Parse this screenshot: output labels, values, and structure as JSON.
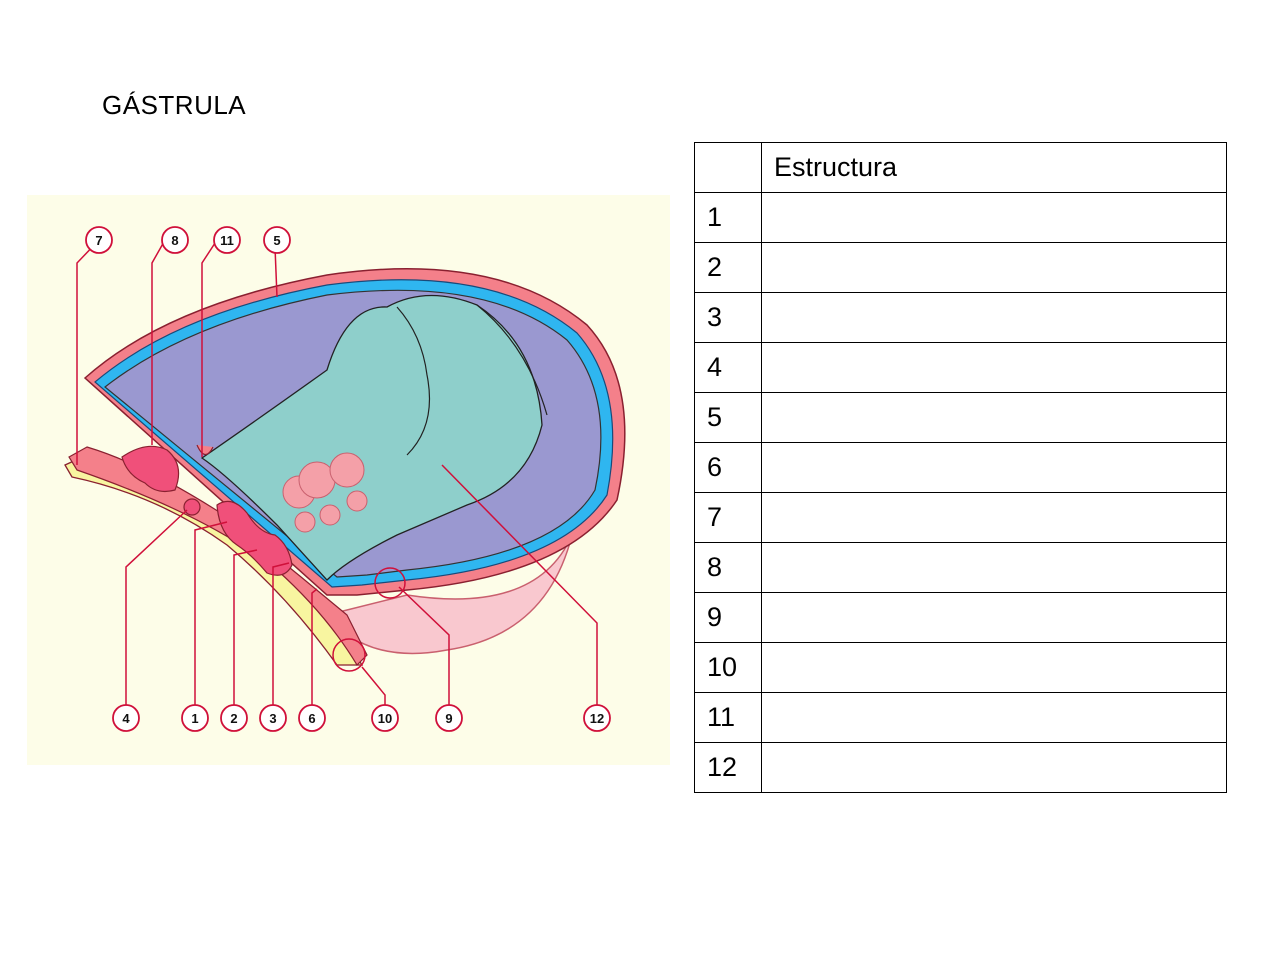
{
  "title": "GÁSTRULA",
  "table": {
    "header": [
      "",
      "Estructura"
    ],
    "rows": [
      {
        "num": "1",
        "value": ""
      },
      {
        "num": "2",
        "value": ""
      },
      {
        "num": "3",
        "value": ""
      },
      {
        "num": "4",
        "value": ""
      },
      {
        "num": "5",
        "value": ""
      },
      {
        "num": "6",
        "value": ""
      },
      {
        "num": "7",
        "value": ""
      },
      {
        "num": "8",
        "value": ""
      },
      {
        "num": "9",
        "value": ""
      },
      {
        "num": "10",
        "value": ""
      },
      {
        "num": "11",
        "value": ""
      },
      {
        "num": "12",
        "value": ""
      }
    ]
  },
  "diagram": {
    "labels": [
      "7",
      "8",
      "11",
      "5",
      "4",
      "1",
      "2",
      "3",
      "6",
      "10",
      "9",
      "12"
    ],
    "colors": {
      "background": "#fdfde8",
      "ectoderm": "#f4808a",
      "mesoderm_blue": "#2fb6f0",
      "cavity": "#9a98d0",
      "endoderm": "#8ecfcb",
      "yolk_sac": "#f9c8cf",
      "notochord": "#f0507a",
      "yellow_layer": "#f8f5a0",
      "leader": "#d0103a"
    }
  }
}
